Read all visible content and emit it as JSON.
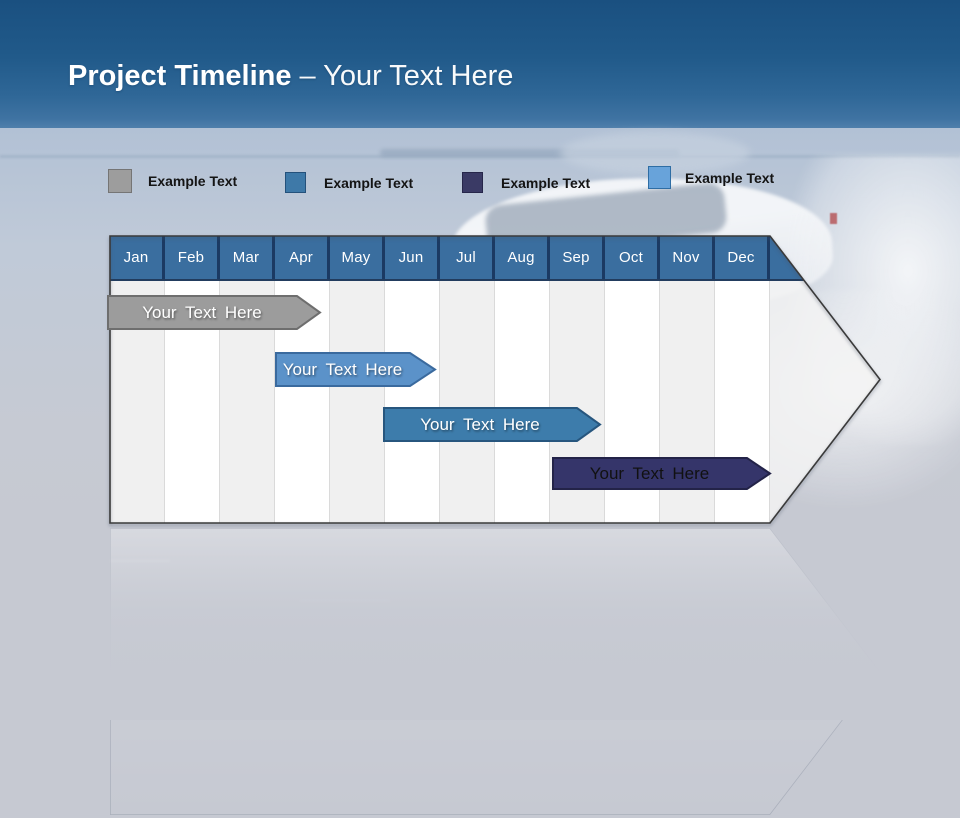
{
  "title": {
    "bold": "Project Timeline",
    "light": "– Your Text Here"
  },
  "legend": {
    "items": [
      {
        "label": "Example Text",
        "color": "#9d9d9d",
        "border": "#757575"
      },
      {
        "label": "Example Text",
        "color": "#3e79a8",
        "border": "#24517b"
      },
      {
        "label": "Example Text",
        "color": "#3a3a65",
        "border": "#26264a"
      },
      {
        "label": "Example Text",
        "color": "#68a3da",
        "border": "#2e6da4"
      }
    ]
  },
  "timeline": {
    "colors": {
      "header_bg": "#3a6e9f",
      "header_divider": "#1b3a63",
      "body_light": "#f0f0f0",
      "body_white": "#ffffff",
      "outline": "#3a3a3a"
    },
    "months": [
      "Jan",
      "Feb",
      "Mar",
      "Apr",
      "May",
      "Jun",
      "Jul",
      "Aug",
      "Sep",
      "Oct",
      "Nov",
      "Dec"
    ],
    "bars": [
      {
        "label": "Your Text Here",
        "fill": "#9c9c9c",
        "border": "#6e6e6e",
        "text_color": "#ffffff",
        "start_month": "Jan",
        "end_month": "Apr"
      },
      {
        "label": "Your Text Here",
        "fill": "#5b92c9",
        "border": "#3a6a9e",
        "text_color": "#ffffff",
        "start_month": "Apr",
        "end_month": "Jun"
      },
      {
        "label": "Your Text Here",
        "fill": "#3d7cab",
        "border": "#27567e",
        "text_color": "#ffffff",
        "start_month": "Jun",
        "end_month": "Sep"
      },
      {
        "label": "Your Text Here",
        "fill": "#35356a",
        "border": "#232348",
        "text_color": "#111111",
        "start_month": "Sep",
        "end_month": "Dec"
      }
    ]
  }
}
